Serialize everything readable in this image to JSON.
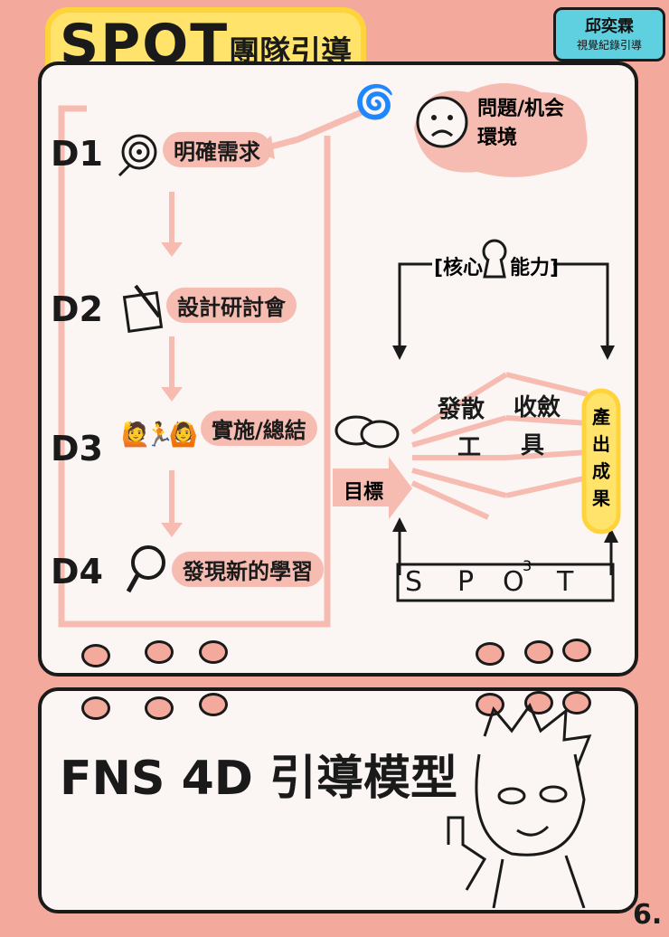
{
  "header": {
    "title_latin": "SPOT",
    "title_cjk": "團隊引導"
  },
  "author": {
    "name": "邱奕霖",
    "role": "視覺紀錄引導"
  },
  "steps": [
    {
      "id": "D1",
      "label": "明確需求"
    },
    {
      "id": "D2",
      "label": "設計研討會"
    },
    {
      "id": "D3",
      "label": "實施/總結"
    },
    {
      "id": "D4",
      "label": "發現新的學習"
    }
  ],
  "problem": {
    "line1": "問題/机会",
    "line2": "環境"
  },
  "core": {
    "left": "[核心",
    "right": "能力]"
  },
  "divergent": {
    "line1": "發散",
    "line2": "工"
  },
  "convergent": {
    "line1": "收斂",
    "line2": "具"
  },
  "goal": "目標",
  "result": "產出成果",
  "spot_row": {
    "s": "S",
    "p": "P",
    "o": "O",
    "sup": "3",
    "t": "T"
  },
  "footer": {
    "model": "FNS 4D 引導模型"
  },
  "page_number": "6.",
  "colors": {
    "background": "#f3a99b",
    "paper": "#fbf6f4",
    "highlight": "#f6bcb2",
    "yellow": "#ffd43a",
    "ink": "#1a1a1a"
  }
}
